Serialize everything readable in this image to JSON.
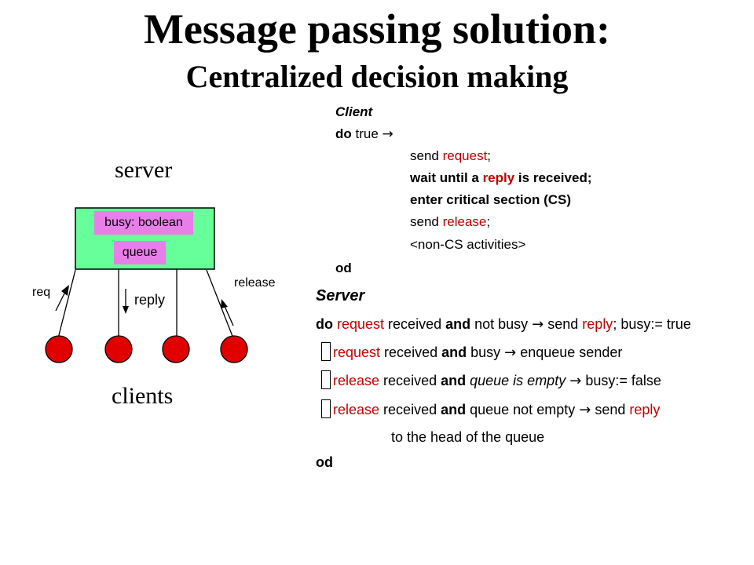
{
  "title": "Message passing solution:",
  "subtitle": "Centralized decision making",
  "diagram": {
    "server_label": "server",
    "clients_label": "clients",
    "busy_label": "busy: boolean",
    "queue_label": "queue",
    "req_label": "req",
    "reply_label": "reply",
    "release_label": "release",
    "colors": {
      "server_box": "#66ff99",
      "field": "#e87ee8",
      "client": "#e00000"
    }
  },
  "client_code": {
    "heading": "Client",
    "do_kw": "do",
    "do_cond": "true",
    "arrow": "→",
    "l1_a": "send ",
    "l1_red": "request",
    "l1_b": ";",
    "l2_a": "wait until a ",
    "l2_red": "reply",
    "l2_b": " is received;",
    "l3": "enter critical section (CS)",
    "l4_a": "send ",
    "l4_red": "release",
    "l4_b": ";",
    "l5": "<non-CS activities>",
    "od": "od"
  },
  "server_code": {
    "heading": "Server",
    "g1_do": "do ",
    "g1_red": "request",
    "g1_a": " received ",
    "g1_and": "and",
    "g1_b": " not busy ",
    "g1_c": " send ",
    "g1_red2": "reply",
    "g1_d": "; busy:= true",
    "g2_red": "request",
    "g2_a": " received ",
    "g2_and": "and",
    "g2_b": " busy ",
    "g2_c": " enqueue sender",
    "g3_red": "release",
    "g3_a": " received ",
    "g3_and": "and",
    "g3_i": "queue is empty",
    "g3_c": " busy:= false",
    "g4_red": "release",
    "g4_a": " received ",
    "g4_and": "and",
    "g4_b": " queue not empty ",
    "g4_c": " send ",
    "g4_red2": "reply",
    "g4_cont": "to the head of the queue",
    "od": "od"
  }
}
